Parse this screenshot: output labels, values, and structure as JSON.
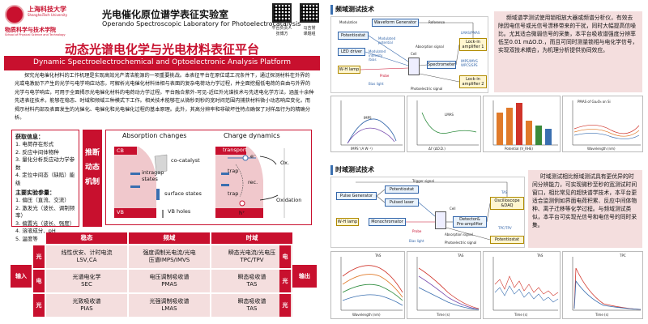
{
  "header": {
    "university_cn": "上海科技大学",
    "university_en": "ShanghaiTech University",
    "college_cn": "物质科学与技术学院",
    "college_en": "School of Physical Science and Technology",
    "lab_cn": "光电催化原位谱学表征实验室",
    "lab_en": "Operando Spectroscopic Laboratory for Photoelectrocatalysis",
    "qr_items": [
      {
        "caption": "平台负责人\n张博方"
      },
      {
        "caption": "马吉常\n课题组"
      }
    ]
  },
  "title": {
    "cn": "动态光谱电化学与光电材料表征平台",
    "en": "Dynamic Spectroelectrochemical and Optoelectronic Analysis Platform"
  },
  "intro": "探究光电催化材料的工作机理是实现高效光产清洁能源的一项重要挑战。本表征平台在原位或工况条件下，通过探测材料在外界的光或电激励下产生的光学与电学响应动态，可解析光电催化材料体相与表面的复杂电荷动力学过程，并全面挖掘低电荷的自由与外界的光学与电学响应，可用于全面揭示光电催化材料的电荷动力学过程。平台融合紫外-可见-近红外光谱技术与先进电化学方法，涵盖十余种先进表征技术，能够在稳态、时域和频域三种模式下工作。相关技术能够在从微秒到秒的宽时间范围内捕获材料微小动态响应变化，而揭示材料内部及表面发生的光催化、电催化和光电催化过程的基本原理。此外，其高分辨率和非破坏性特点确保了对样品行为的精确分析。",
  "info": {
    "get_title": "获取信息：",
    "get_items": [
      "1. 电荷存在形式",
      "2. 反应中间体物种",
      "3. 量化分析反应动力学参数",
      "4. 定位中间态（缺陷）能级"
    ],
    "param_title": "主要实验参量：",
    "param_items": [
      "1. 偏压（直流、交流）",
      "2. 激发光（波长、调制频率）",
      "3. 偏置光（波长、强度）",
      "4. 溶液成分、pH",
      "5. 温度等"
    ]
  },
  "mechanism": {
    "label_chars": [
      "推",
      "断",
      "动",
      "态",
      "机",
      "制"
    ],
    "absorption_title": "Absorption changes",
    "charge_title": "Charge dynamics",
    "labels": {
      "cb": "CB",
      "vb": "VB",
      "cocat": "co-catalyst",
      "intragap": "intragap\nstates",
      "surface": "surface states",
      "vbholes": "VB holes",
      "transport": "transport",
      "eminus": "e⁻",
      "ox1": "Ox.",
      "trap1": "trap",
      "rec": "rec.",
      "trap2": "trap",
      "oxidation": "Oxidation",
      "hplus": "h⁺"
    }
  },
  "table": {
    "headers": [
      "稳态",
      "频域",
      "时域"
    ],
    "input_label": "输入",
    "output_label": "输出",
    "light_label": "光",
    "elec_label": "电",
    "rows": [
      {
        "left": "光",
        "right": "电",
        "cells": [
          "线性伏安、计时电流\nLSV,CA",
          "强度调制光电流/光电\n压谱IMPS/IMVS",
          "瞬态光电流/光电压\nTPC/TPV"
        ]
      },
      {
        "left": "电",
        "right": "光",
        "cells": [
          "光谱电化学\nSEC",
          "电压调制吸收谱\nPMAS",
          "瞬态吸收谱\nTAS"
        ]
      },
      {
        "left": "光",
        "right": "光",
        "cells": [
          "光致吸收谱\nPIAS",
          "光强调制吸收谱\nLMAS",
          "瞬态吸收谱\nTAS"
        ]
      }
    ]
  },
  "freq": {
    "title": "频域测试技术",
    "desc": "频域谱学测试使用锁相放大器或频谱分析仪，有效去除因电信号或光信号漂移带来的干扰，同时大幅提高信噪比。尤其适合微弱信号的采集，本平台吸收谱强度分辨率低至0.01 mΔO.D.，而且可同时测量锁相与电化学信号，实现双技术耦合，为机理分析提供协同效应。",
    "blocks": {
      "modulation": "Modulation",
      "waveform": "Waveform Generator",
      "reference": "Reference",
      "potentiostat": "Potentiostat",
      "led": "LED driver",
      "modulated": "Modulated\npotential",
      "modint": "Modulated\nintensity\n/bias",
      "wh": "W-H lamp",
      "probe": "Probe",
      "biaslight": "Bias light",
      "cell": "Cell",
      "absorption": "Absorption signal",
      "spectrometer": "Spectrometer",
      "photoelectric": "Photoelectric signal",
      "lock1": "Lock-in\namplifier 1",
      "lock2": "Lock-in\namplifier 2",
      "lmas": "LMAS/PMAS",
      "imvs": "IMPS/IMVS\nWPCS/SPS"
    },
    "plots": [
      {
        "title": "IMPS",
        "xlabel": "IMPS' (A W⁻¹)",
        "ylabel": "IMPS'' (A W⁻¹)"
      },
      {
        "title": "LMAS",
        "xlabel": "ΔI' (ΔO.D.)",
        "ylabel": "ΔI'' (ΔO.D.)"
      },
      {
        "title": "",
        "xlabel": "Potential (V_RHE)",
        "ylabel": ""
      },
      {
        "title": "PMAS of Ga₂O₃ on Si",
        "xlabel": "Wavelength (nm)",
        "ylabel": ""
      }
    ]
  },
  "time": {
    "title": "时域测试技术",
    "desc": "时域测试相比频域测试具有更优异的时间分辨能力，可实现微秒至秒的宽测试时间窗口，相比常见的超快谱学技术，本平台更适合监测例如界面电荷积累、反应中间体物种、离子迁移等化学过程。与频域测试类似，本平台可实现光信号和电信号的同时采集。",
    "blocks": {
      "trigger": "Trigger signal",
      "pulsegen": "Pulse Generator",
      "potentiostat": "Potentiostat",
      "pulsedlaser": "Pulsed laser",
      "wh": "W-H lamp",
      "mono": "Monochromator",
      "probe": "Probe",
      "biaslight": "Bias light",
      "cell": "Cell",
      "detector": "Detector&\nPre-amplifier",
      "absorption": "Absorption signal",
      "photoelectric": "Photoelectric signal",
      "tas": "TAS",
      "osc": "Oscilloscope\n&DAQ",
      "tpctpv": "TPC/TPV",
      "potent2": "Potentiostat"
    },
    "plots": [
      {
        "title": "TAS",
        "xlabel": "Wavelength (nm)"
      },
      {
        "title": "TAS",
        "xlabel": "Time (s)"
      },
      {
        "title": "TAS",
        "xlabel": "Time (s)"
      },
      {
        "title": "TPC",
        "xlabel": "Time (s)"
      }
    ]
  },
  "colors": {
    "brand_red": "#c8102e",
    "accent_blue": "#3a6fb0",
    "pink_bg": "#f4dede"
  }
}
